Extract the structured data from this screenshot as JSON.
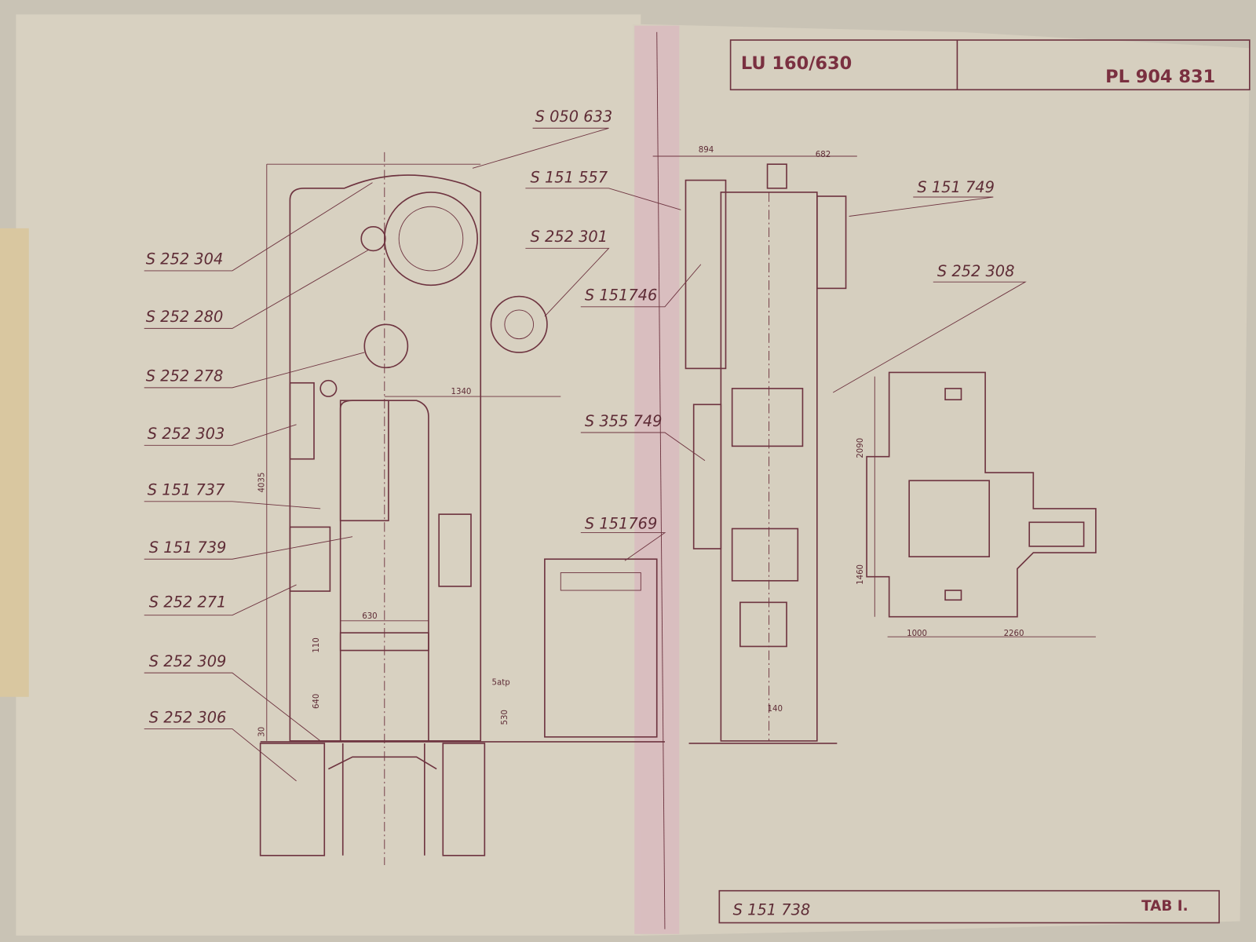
{
  "title_block": {
    "model": "LU 160/630",
    "drawing_number": "PL 904 831",
    "sheet_ref": "S 151 738",
    "tab": "TAB I."
  },
  "part_labels": {
    "s050633": "S 050 633",
    "s151557": "S 151 557",
    "s252304": "S 252 304",
    "s252301": "S 252 301",
    "s252280": "S 252 280",
    "s252278": "S 252 278",
    "s252303": "S 252 303",
    "s151737": "S 151 737",
    "s151739": "S 151 739",
    "s252271": "S 252 271",
    "s252309": "S 252 309",
    "s252306": "S 252 306",
    "s151746": "S 151746",
    "s355749": "S 355 749",
    "s151769": "S 151769",
    "s151749": "S 151 749",
    "s252308": "S 252 308"
  },
  "dimensions": {
    "d894": "894",
    "d682": "682",
    "d1340": "1340",
    "d4035": "4035",
    "d630": "630",
    "d110": "110",
    "d640": "640",
    "d530": "530",
    "d30": "30",
    "d5atp": "5atp",
    "d140": "140",
    "d2090": "2090",
    "d1460": "1460",
    "d1000": "1000",
    "d2260": "2260"
  },
  "colors": {
    "paper": "#d8d1c1",
    "ink": "#6e3440",
    "fold": "#d9b9bf"
  }
}
